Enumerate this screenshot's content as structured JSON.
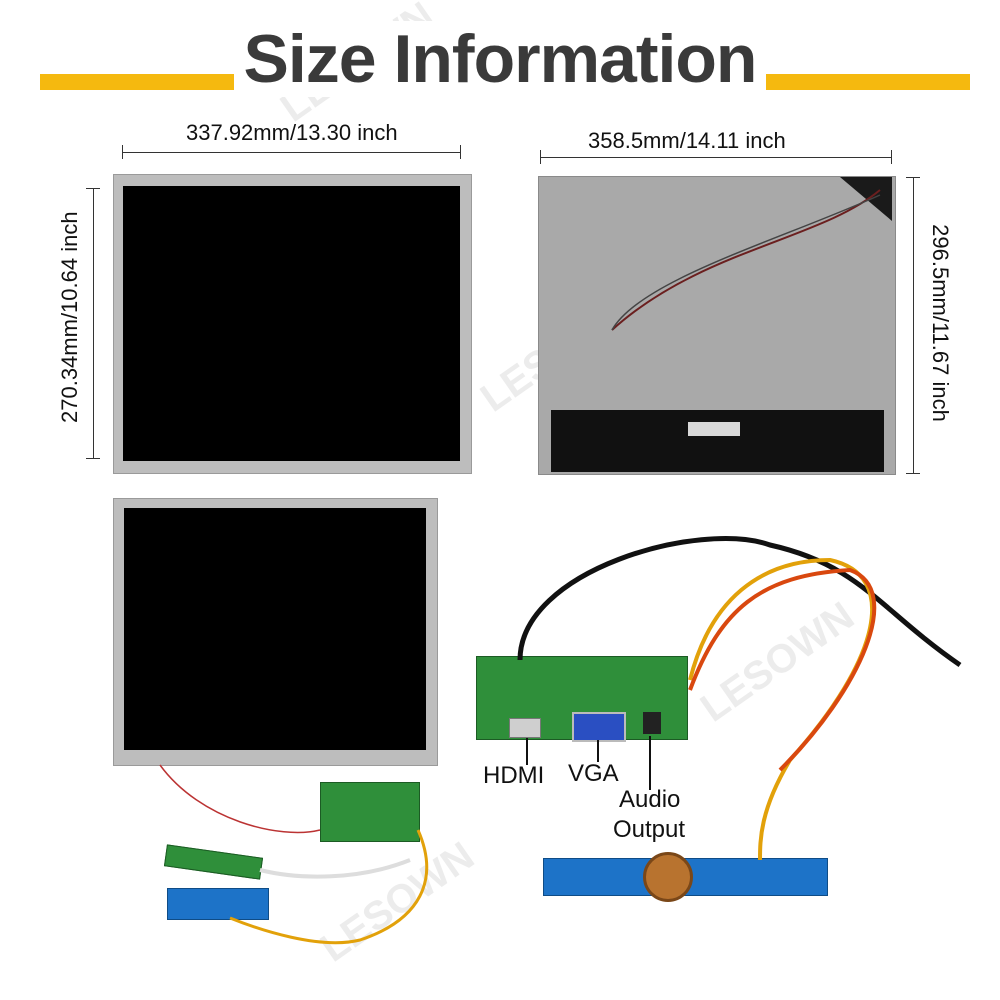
{
  "title": "Size Information",
  "watermark": "LESOWN",
  "dimensions": {
    "front_width": "337.92mm/13.30 inch",
    "front_height": "270.34mm/10.64 inch",
    "back_width": "358.5mm/14.11 inch",
    "back_height": "296.5mm/11.67 inch"
  },
  "ports": {
    "hdmi": "HDMI",
    "vga": "VGA",
    "audio_line1": "Audio",
    "audio_line2": "Output"
  },
  "colors": {
    "accent": "#f5b90f",
    "title": "#3a3a3a",
    "board": "#2f8f3a",
    "inverter": "#1d73c8"
  }
}
